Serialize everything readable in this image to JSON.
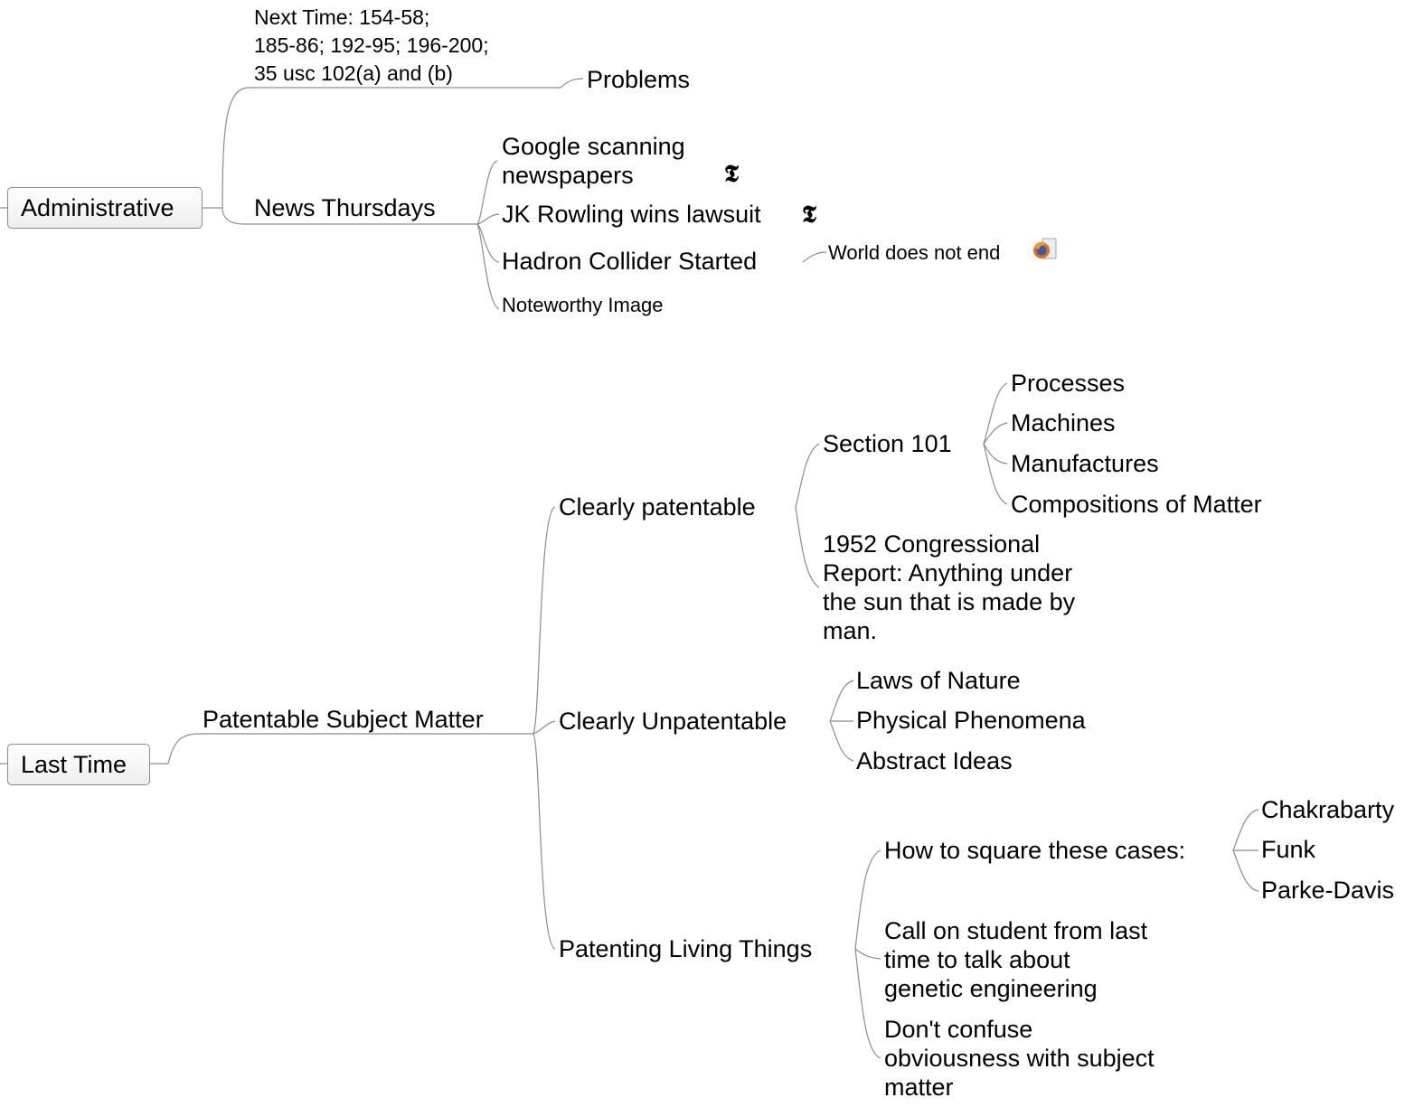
{
  "administrative": {
    "label": "Administrative",
    "next_time": {
      "text": "Next Time: 154-58; 185-86; 192-95; 196-200; 35 usc 102(a) and (b)",
      "lines": [
        "Next Time: 154-58;",
        "185-86; 192-95; 196-200;",
        "35 usc 102(a) and (b)"
      ]
    },
    "problems": "Problems",
    "news": {
      "label": "News Thursdays",
      "items": {
        "google": "Google scanning newspapers",
        "google_lines": [
          "Google scanning",
          "newspapers"
        ],
        "rowling": "JK Rowling wins lawsuit",
        "hadron": "Hadron Collider Started",
        "world": "World does not end",
        "image": "Noteworthy Image"
      },
      "nyt_glyph": "𝕿",
      "link_icon": "firefox-icon"
    }
  },
  "last_time": {
    "label": "Last Time",
    "psm": "Patentable Subject Matter",
    "clearly_patentable": {
      "label": "Clearly patentable",
      "section": "Section 101",
      "section_items": [
        "Processes",
        "Machines",
        "Manufactures",
        "Compositions of Matter"
      ],
      "report": "1952 Congressional Report: Anything under the sun that is made by man.",
      "report_lines": [
        "1952 Congressional",
        "Report: Anything under",
        "the sun that is made by",
        "man."
      ]
    },
    "clearly_unpatentable": {
      "label": "Clearly Unpatentable",
      "items": [
        "Laws of Nature",
        "Physical Phenomena",
        "Abstract Ideas"
      ]
    },
    "living": {
      "label": "Patenting Living Things",
      "square": "How to square these cases:",
      "cases": [
        "Chakrabarty",
        "Funk",
        "Parke-Davis"
      ],
      "call": "Call on student from last time to talk about genetic engineering",
      "call_lines": [
        "Call on student from last",
        "time to talk about",
        "genetic engineering"
      ],
      "confuse": "Don't confuse obviousness with subject matter",
      "confuse_lines": [
        "Don't confuse",
        "obviousness with subject",
        "matter"
      ]
    }
  }
}
